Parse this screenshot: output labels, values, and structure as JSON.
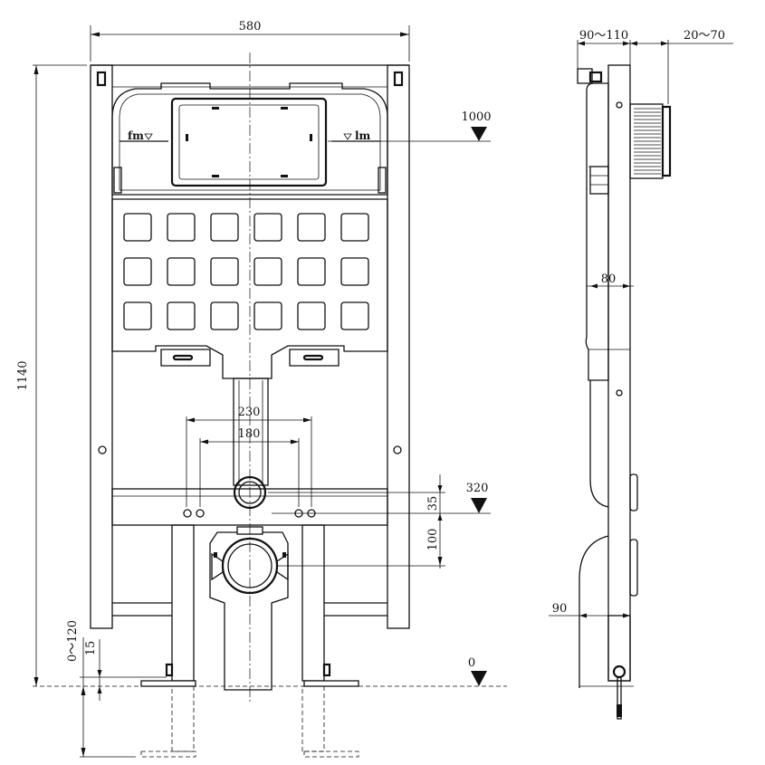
{
  "dimensions": {
    "frame_width": "580",
    "total_height": "1140",
    "flush_plate_height": "1000",
    "drain_height": "320",
    "floor_level": "0",
    "bolt_spacing_outer": "230",
    "bolt_spacing_inner": "180",
    "bolt_offset": "35",
    "outlet_offset": "100",
    "foot_adjust": "0～120",
    "foot_min": "15",
    "depth_range": "90～110",
    "wall_range": "20～70",
    "frame_depth": "80",
    "base_depth": "90"
  },
  "labels": {
    "water_level_left": "fm",
    "water_level_right": "lm"
  }
}
